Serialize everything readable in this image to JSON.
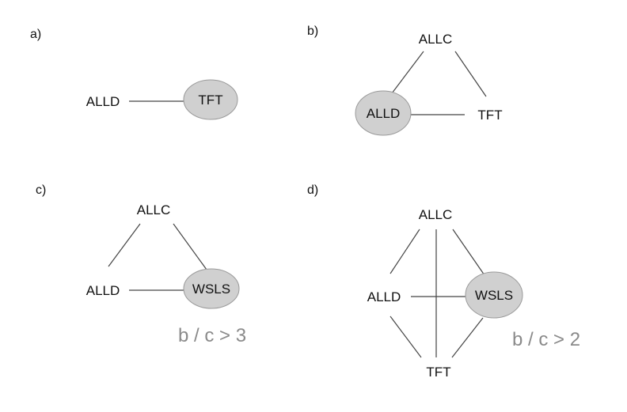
{
  "colors": {
    "text": "#111111",
    "edge": "#444444",
    "highlight_fill": "#d0d0d0",
    "highlight_stroke": "#9a9a9a",
    "condition_text": "#8a8a8a"
  },
  "panels": {
    "a": {
      "label": "a)",
      "nodes": {
        "allD": "ALLD",
        "tft": "TFT"
      },
      "highlighted": "TFT"
    },
    "b": {
      "label": "b)",
      "nodes": {
        "allC": "ALLC",
        "allD": "ALLD",
        "tft": "TFT"
      },
      "highlighted": "ALLD"
    },
    "c": {
      "label": "c)",
      "nodes": {
        "allC": "ALLC",
        "allD": "ALLD",
        "wsls": "WSLS"
      },
      "highlighted": "WSLS",
      "condition": "b / c > 3"
    },
    "d": {
      "label": "d)",
      "nodes": {
        "allC": "ALLC",
        "allD": "ALLD",
        "wsls": "WSLS",
        "tft": "TFT"
      },
      "highlighted": "WSLS",
      "condition": "b / c > 2"
    }
  }
}
